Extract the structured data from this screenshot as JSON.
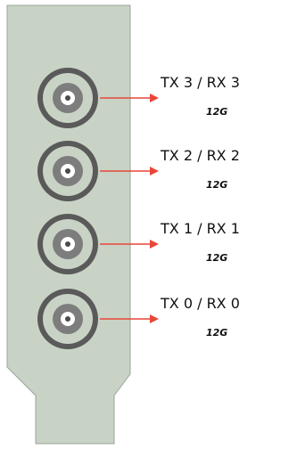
{
  "colors": {
    "bracket_fill": "#c8d3c5",
    "bracket_stroke": "#9aa59a",
    "connector_outer": "#5a5a5a",
    "connector_ring": "#7d7d7d",
    "connector_center": "#ffffff",
    "arrow": "#e8473a"
  },
  "ports": [
    {
      "label": "TX 3 / RX 3",
      "speed": "12G"
    },
    {
      "label": "TX 2 / RX 2",
      "speed": "12G"
    },
    {
      "label": "TX 1 / RX 1",
      "speed": "12G"
    },
    {
      "label": "TX 0 / RX 0",
      "speed": "12G"
    }
  ]
}
